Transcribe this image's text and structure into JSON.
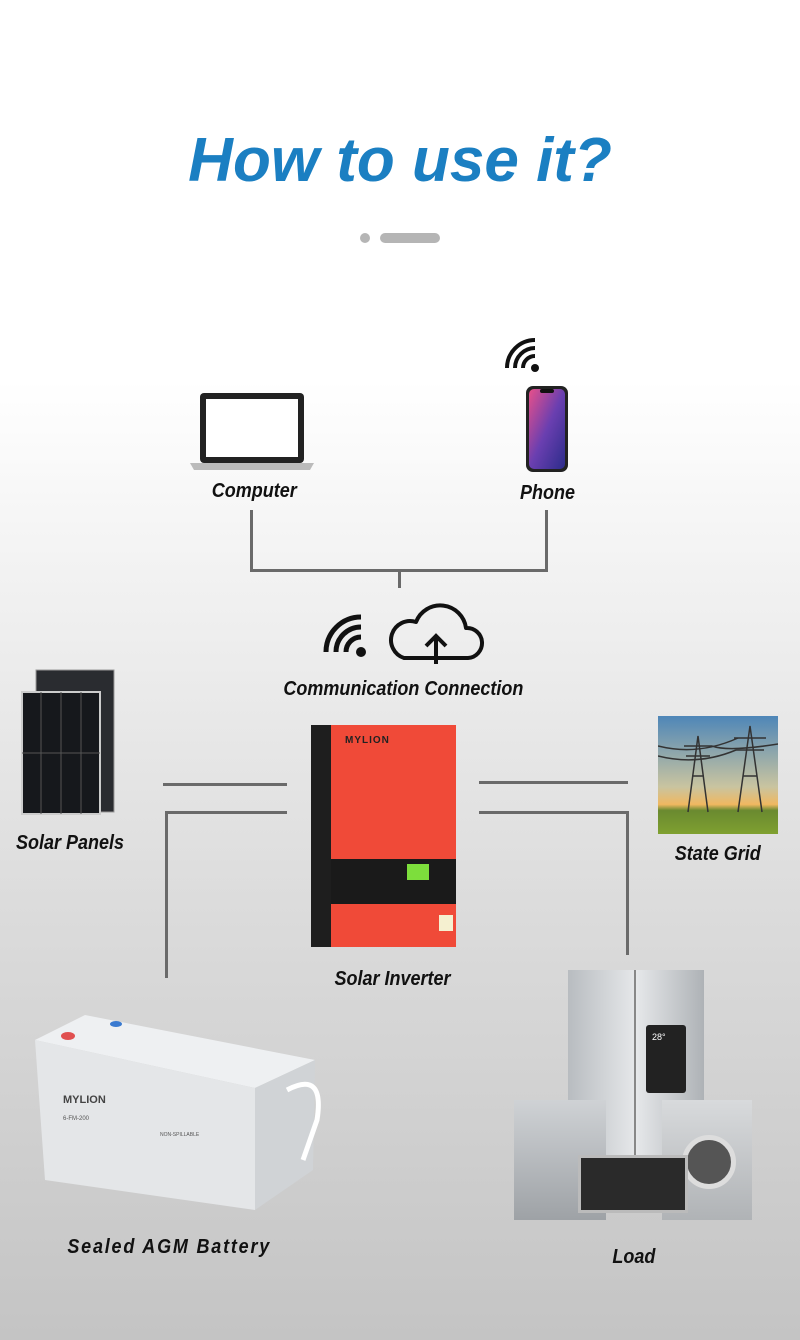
{
  "title": "How to use it?",
  "labels": {
    "computer": "Computer",
    "phone": "Phone",
    "communication": "Communication Connection",
    "solar_panels": "Solar Panels",
    "state_grid": "State Grid",
    "solar_inverter": "Solar Inverter",
    "battery": "Sealed AGM Battery",
    "load": "Load"
  },
  "brand": "MYLION",
  "battery_model": "6-FM-200",
  "battery_tag": "NON-SPILLABLE",
  "fridge_temp": "28°",
  "colors": {
    "title": "#1b7fc2",
    "inverter": "#f04a38",
    "lines": "#6a6a6a"
  }
}
